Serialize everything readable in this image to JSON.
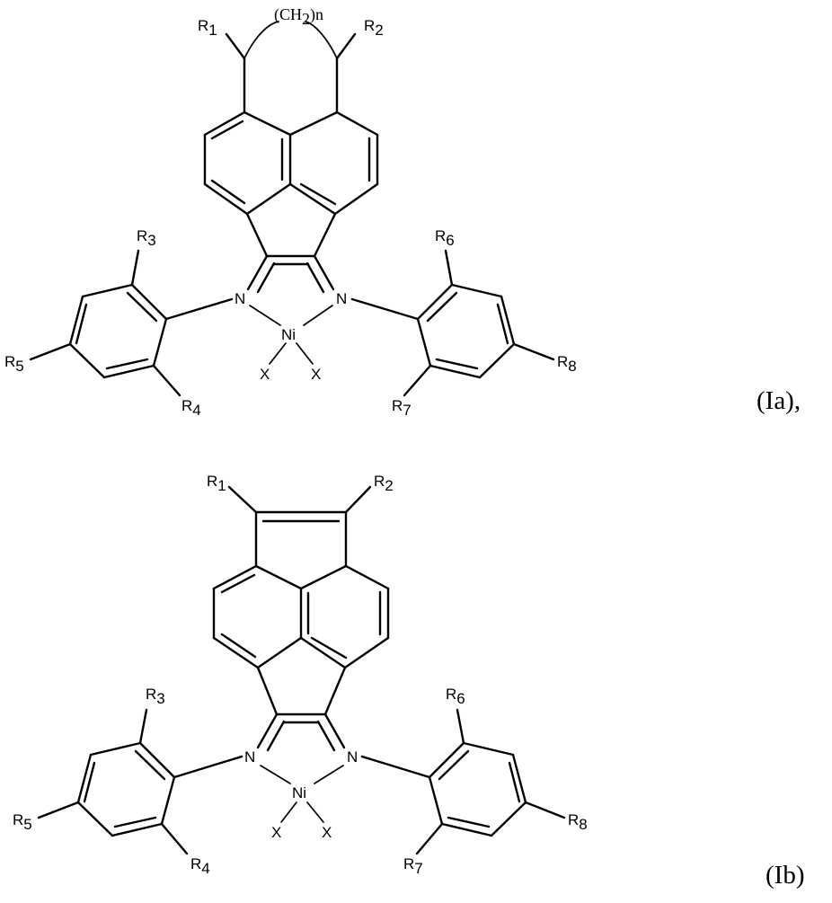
{
  "structures": {
    "ia": {
      "label": "(Ia),",
      "bridge": {
        "text": "(CH",
        "sub": "2",
        "tail": ")n"
      },
      "atoms": {
        "R1": {
          "main": "R",
          "sub": "1"
        },
        "R2": {
          "main": "R",
          "sub": "2"
        },
        "R3": {
          "main": "R",
          "sub": "3"
        },
        "R4": {
          "main": "R",
          "sub": "4"
        },
        "R5": {
          "main": "R",
          "sub": "5"
        },
        "R6": {
          "main": "R",
          "sub": "6"
        },
        "R7": {
          "main": "R",
          "sub": "7"
        },
        "R8": {
          "main": "R",
          "sub": "8"
        },
        "N_left": "N",
        "N_right": "N",
        "Ni": "Ni",
        "X_left": "X",
        "X_right": "X"
      }
    },
    "ib": {
      "label": "(Ib)",
      "atoms": {
        "R1": {
          "main": "R",
          "sub": "1"
        },
        "R2": {
          "main": "R",
          "sub": "2"
        },
        "R3": {
          "main": "R",
          "sub": "3"
        },
        "R4": {
          "main": "R",
          "sub": "4"
        },
        "R5": {
          "main": "R",
          "sub": "5"
        },
        "R6": {
          "main": "R",
          "sub": "6"
        },
        "R7": {
          "main": "R",
          "sub": "7"
        },
        "R8": {
          "main": "R",
          "sub": "8"
        },
        "N_left": "N",
        "N_right": "N",
        "Ni": "Ni",
        "X_left": "X",
        "X_right": "X"
      }
    }
  }
}
